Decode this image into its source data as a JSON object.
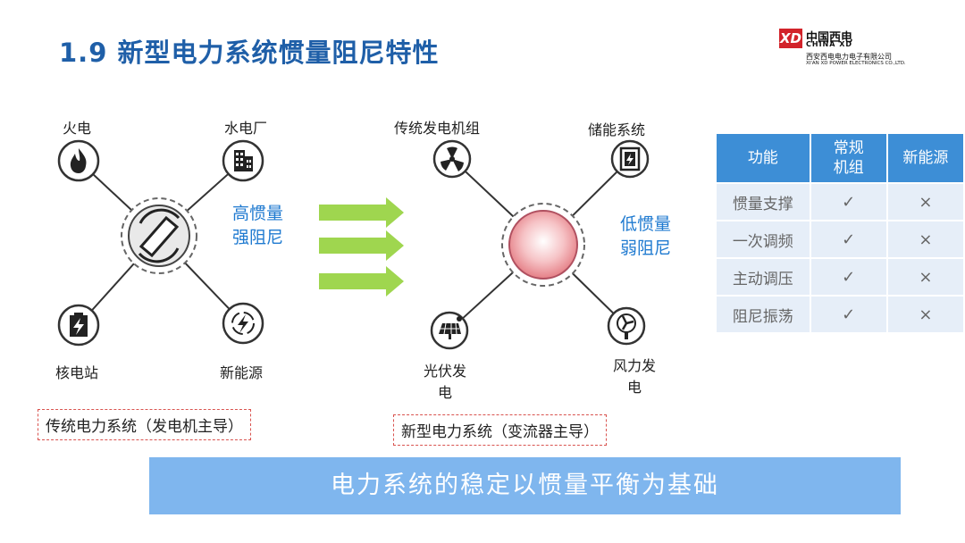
{
  "title": "1.9 新型电力系统惯量阻尼特性",
  "logo": {
    "mark": "XD",
    "cn_name": "中国西电",
    "en_name": "CHINA XD",
    "company": "西安西电电力电子有限公司",
    "company_en": "XI'AN XD POWER ELECTRONICS CO.,LTD."
  },
  "left_diagram": {
    "nodes": {
      "top_left": "火电",
      "top_right": "水电厂",
      "bottom_left": "核电站",
      "bottom_right": "新能源"
    },
    "property": [
      "高惯量",
      "强阻尼"
    ],
    "caption": "传统电力系统（发电机主导）"
  },
  "right_diagram": {
    "nodes": {
      "top_left": "传统发电机组",
      "top_right": "储能系统",
      "bottom_left": [
        "光伏发",
        "电"
      ],
      "bottom_right": [
        "风力发",
        "电"
      ]
    },
    "property": [
      "低惯量",
      "弱阻尼"
    ],
    "caption": "新型电力系统（变流器主导）"
  },
  "table": {
    "headers": [
      "功能",
      "常规\n机组",
      "新能源"
    ],
    "rows": [
      {
        "name": "惯量支撑",
        "conventional": "✓",
        "renewable": "×"
      },
      {
        "name": "一次调频",
        "conventional": "✓",
        "renewable": "×"
      },
      {
        "name": "主动调压",
        "conventional": "✓",
        "renewable": "×"
      },
      {
        "name": "阻尼振荡",
        "conventional": "✓",
        "renewable": "×"
      }
    ]
  },
  "banner": "电力系统的稳定以惯量平衡为基础",
  "colors": {
    "title": "#1f5fa8",
    "accent_blue": "#1f7ad0",
    "header_fill": "#3d8ed6",
    "cell_fill": "#e6eef8",
    "arrow_green": "#9fd64f",
    "banner": "#7fb6ee",
    "caption_border": "#d9534f",
    "node_pink": "#f2a9ae"
  },
  "icons": [
    "flame-icon",
    "building-icon",
    "battery-bolt-icon",
    "lightning-circle-icon",
    "turbine-icon",
    "storage-icon",
    "solar-panel-icon",
    "wind-turbine-icon",
    "rotor-icon"
  ]
}
